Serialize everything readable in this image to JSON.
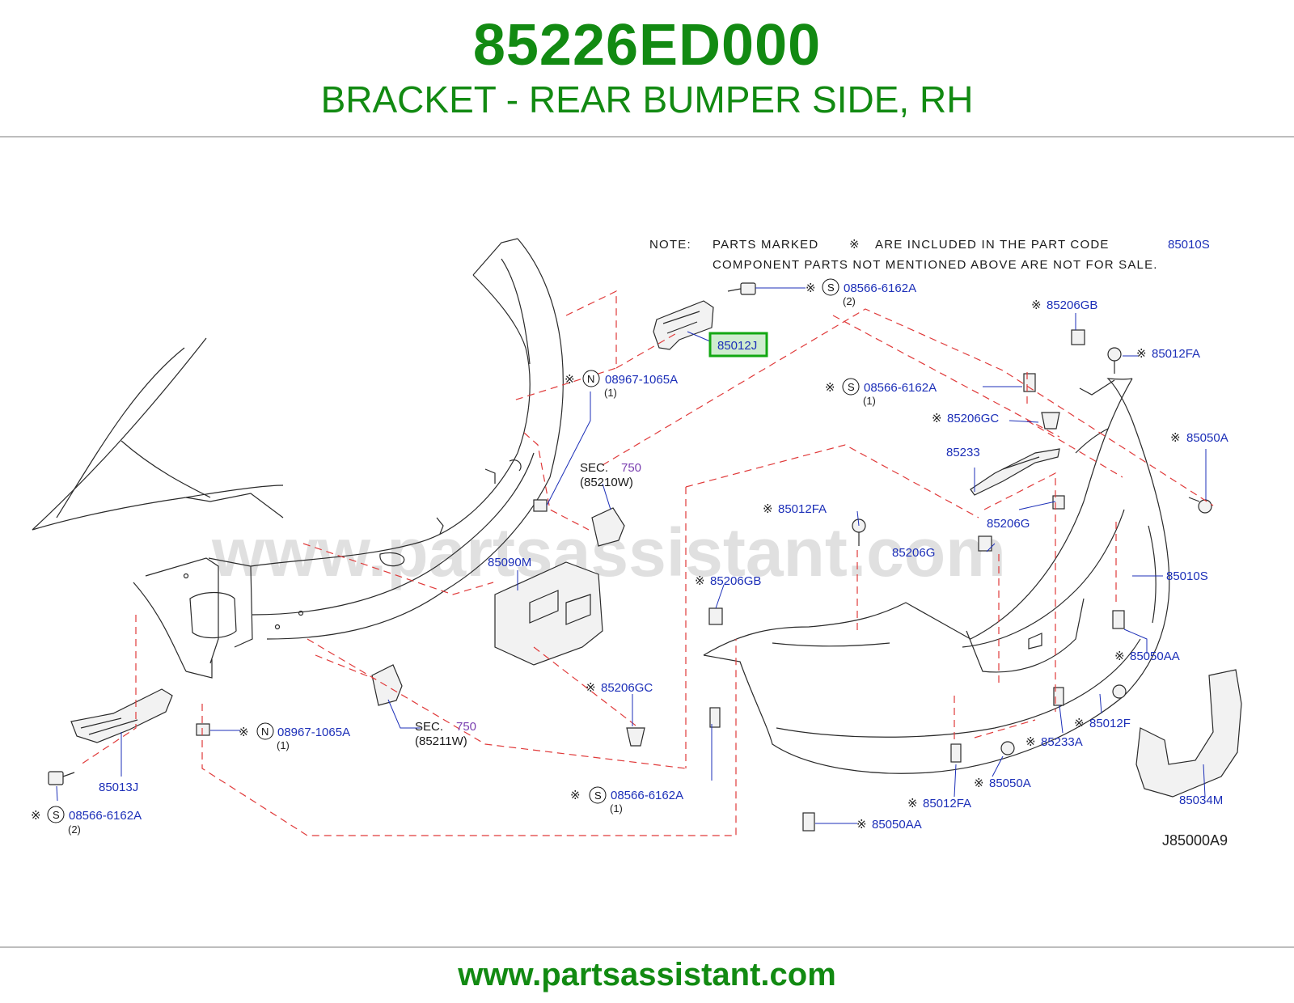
{
  "header": {
    "part_number": "85226ED000",
    "description": "BRACKET - REAR BUMPER SIDE, RH"
  },
  "footer": {
    "url": "www.partsassistant.com"
  },
  "diagram": {
    "watermark": "www.partsassistant.com",
    "note": {
      "label": "NOTE:",
      "line1": "PARTS MARKED",
      "line1b": "ARE INCLUDED IN THE PART CODE",
      "code": "85010S",
      "line2": "COMPONENT PARTS NOT MENTIONED ABOVE ARE NOT FOR SALE."
    },
    "mark_symbol": "※",
    "highlight_color": "#12a812",
    "labels": {
      "l85012J": "85012J",
      "l08566_top": "08566-6162A",
      "q08566_top": "(2)",
      "l85206GB_top": "85206GB",
      "l85012FA_top": "85012FA",
      "l08967_top": "08967-1065A",
      "q08967_top": "(1)",
      "l08566_mid": "08566-6162A",
      "q08566_mid": "(1)",
      "l85206GC_top": "85206GC",
      "l85050A_right": "85050A",
      "l85233": "85233",
      "l85012FA_mid": "85012FA",
      "l85206G_a": "85206G",
      "l85206G_b": "85206G",
      "l85090M": "85090M",
      "l85206GB_mid": "85206GB",
      "l85010S": "85010S",
      "l85050AA_right": "85050AA",
      "l85206GC_low": "85206GC",
      "l85012F": "85012F",
      "l85233A": "85233A",
      "l08967_low": "08967-1065A",
      "q08967_low": "(1)",
      "l85013J": "85013J",
      "l08566_left": "08566-6162A",
      "q08566_left": "(2)",
      "l08566_low": "08566-6162A",
      "q08566_low": "(1)",
      "l85050A_low": "85050A",
      "l85012FA_low": "85012FA",
      "l85050AA_low": "85050AA",
      "l85034M": "85034M",
      "code": "J85000A9"
    },
    "sections": {
      "sec_word": "SEC.",
      "sec1_num": "750",
      "sec1_ref": "(85210W)",
      "sec2_num": "750",
      "sec2_ref": "(85211W)"
    },
    "circle_letters": {
      "S": "S",
      "N": "N"
    }
  }
}
